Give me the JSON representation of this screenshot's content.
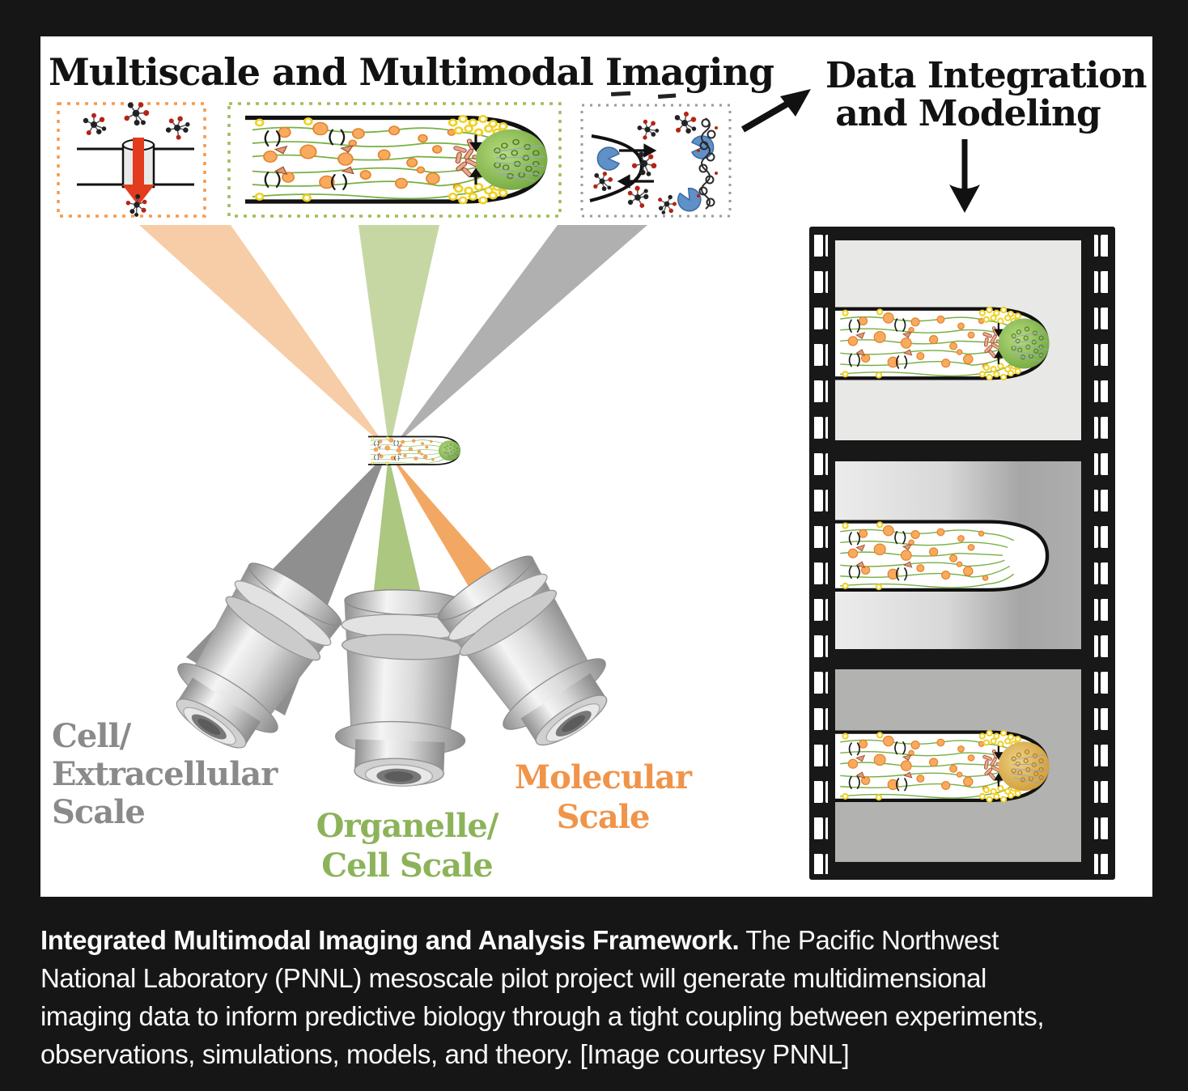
{
  "figure": {
    "imaging_title": "Multiscale and Multimodal Imaging",
    "integration_title_lines": [
      "Data Integration",
      "and Modeling"
    ],
    "scale_labels": {
      "cell_lines": [
        "Cell/",
        "Extracellular",
        "Scale"
      ],
      "organelle_lines": [
        "Organelle/",
        "Cell Scale"
      ],
      "molecular_lines": [
        "Molecular",
        "Scale"
      ]
    }
  },
  "caption": {
    "line1_bold": "Integrated Multimodal Imaging and Analysis Framework.",
    "line1_rest": " The Pacific Northwest",
    "line2": "National Laboratory (PNNL) mesoscale pilot project will generate multidimensional",
    "line3": "imaging data to inform predictive biology through a tight coupling between experiments,",
    "line4": "observations, simulations, models, and theory. [Image courtesy PNNL]"
  },
  "colors": {
    "background": "#161616",
    "panel": "#ffffff",
    "caption_text": "#fafafa",
    "title_text": "#121212",
    "molecular_accent": "#f0944a",
    "organelle_accent": "#8cb35a",
    "cell_accent": "#8a8a8a",
    "inset_border_orange": "#f59a4c",
    "inset_border_green": "#9ebd57",
    "inset_border_gray": "#9a9a9a",
    "beam_orange_top": "#f6cda6",
    "beam_orange_bottom": "#f2a863",
    "beam_green_top": "#c6d7a4",
    "beam_green_bottom": "#abc780",
    "beam_gray_top": "#b0b0b0",
    "beam_gray_bottom": "#8f8f8f",
    "vesicle_orange": "#f8ab5e",
    "vesicle_yellow": "#f0d022",
    "filament_green": "#76b043",
    "tip_sphere_green": "#6fa53c",
    "tip_sphere_gold": "#cf9a33",
    "membrane_arrow_red": "#e23b1e",
    "enzyme_blue": "#6090c8"
  }
}
